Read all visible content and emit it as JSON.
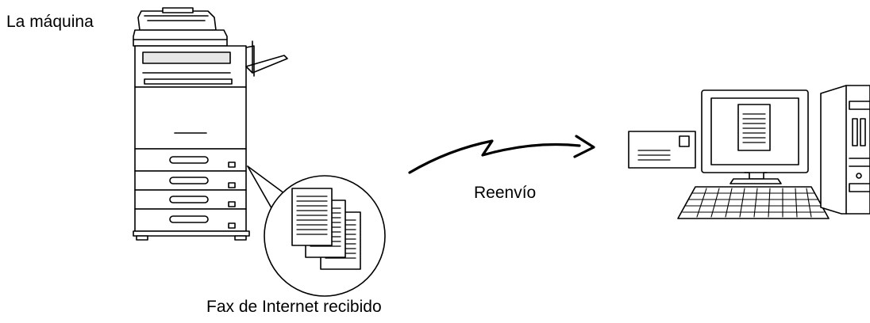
{
  "labels": {
    "machine": "La máquina",
    "forward": "Reenvío",
    "received": "Fax de Internet recibido"
  },
  "colors": {
    "stroke": "#000000",
    "fill": "#ffffff",
    "shade": "#e6e6e6"
  }
}
